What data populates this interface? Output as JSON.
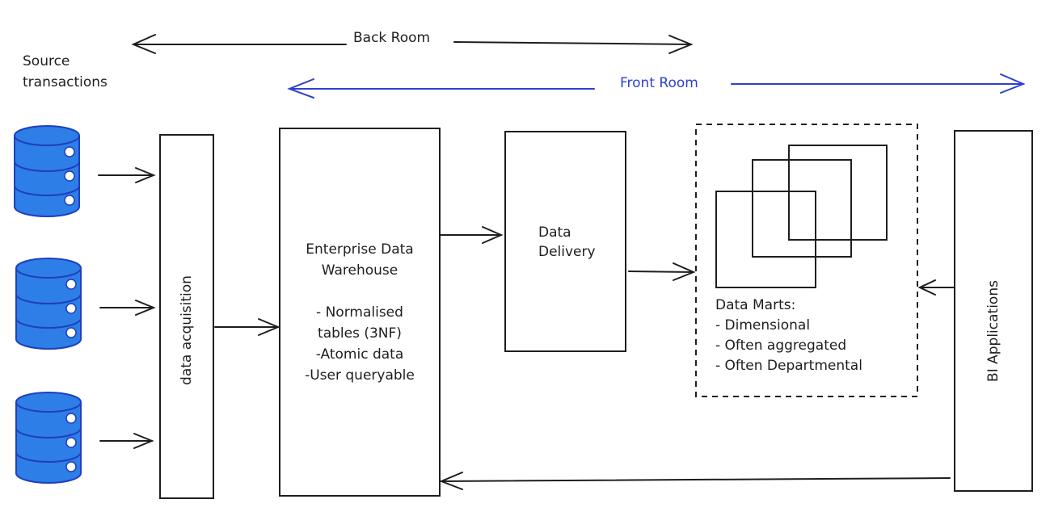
{
  "labels": {
    "back_room": "Back Room",
    "front_room": "Front Room",
    "source_transactions_1": "Source",
    "source_transactions_2": "transactions",
    "data_acquisition": "data acquisition",
    "edw_title_1": "Enterprise Data",
    "edw_title_2": "Warehouse",
    "edw_bullet_1": "- Normalised",
    "edw_bullet_2": "tables (3NF)",
    "edw_bullet_3": "-Atomic data",
    "edw_bullet_4": "-User queryable",
    "data_delivery_1": "Data",
    "data_delivery_2": "Delivery",
    "data_marts_title": "Data Marts:",
    "data_marts_1": "- Dimensional",
    "data_marts_2": "- Often aggregated",
    "data_marts_3": "- Often Departmental",
    "bi_applications": "BI Applications"
  },
  "colors": {
    "ink": "#1e1e1e",
    "front_room": "#2f3fd0",
    "database_fill": "#2d7ee6",
    "database_stroke": "#1f3fbf"
  },
  "icons": [
    "database-icon",
    "database-icon",
    "database-icon"
  ]
}
